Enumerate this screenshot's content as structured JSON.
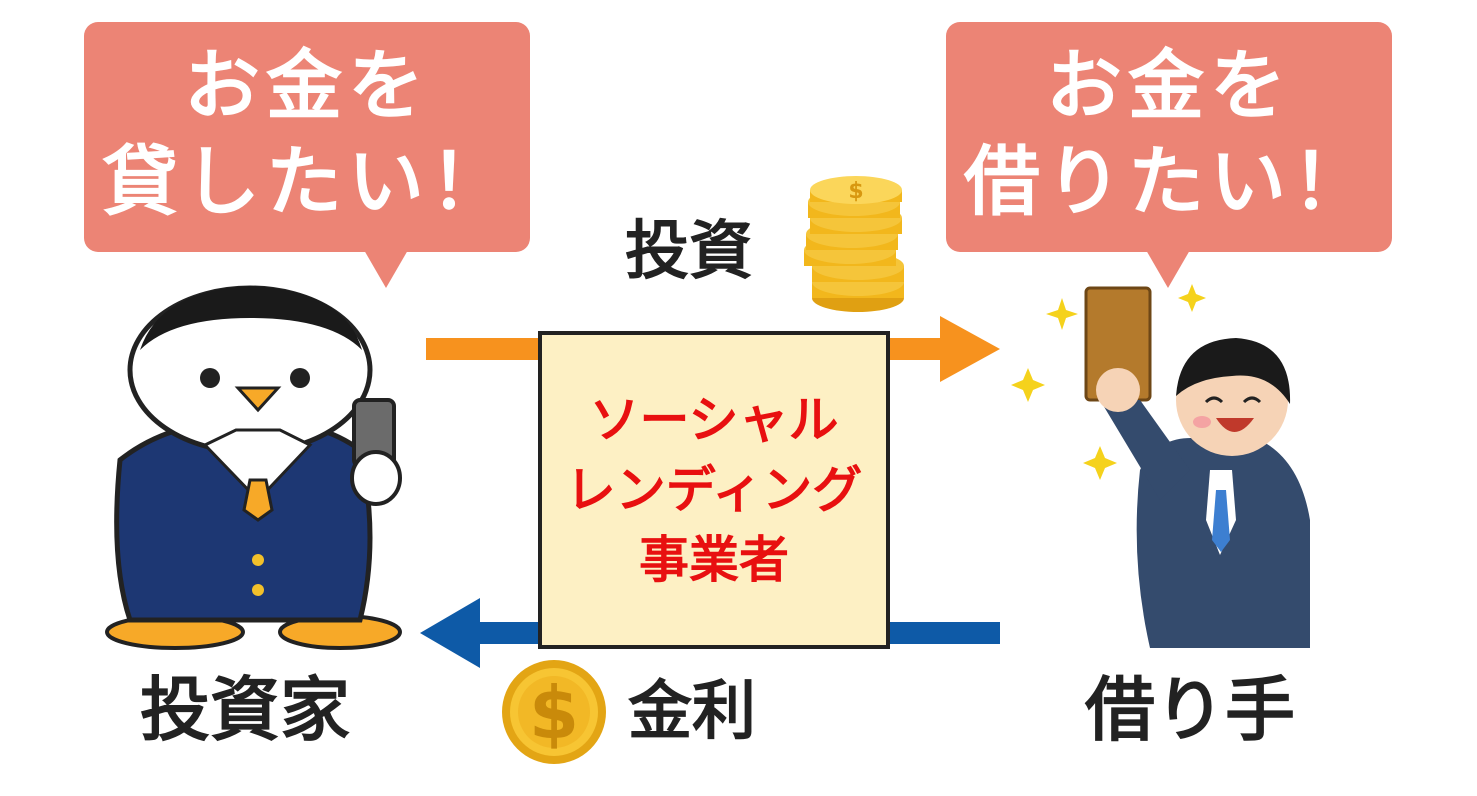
{
  "bubbles": {
    "lender": {
      "line1": "お金を",
      "line2": "貸したい！"
    },
    "borrower": {
      "line1": "お金を",
      "line2": "借りたい！"
    }
  },
  "flow": {
    "invest_label": "投資",
    "interest_label": "金利",
    "invest_color": "#f7921e",
    "interest_color": "#0e5aa7"
  },
  "operator": {
    "line1": "ソーシャル",
    "line2": "レンディング",
    "line3": "事業者"
  },
  "actors": {
    "investor": {
      "label": "投資家",
      "icon": "penguin-businessman-icon"
    },
    "borrower": {
      "label": "借り手",
      "icon": "happy-businessman-with-envelope-icon"
    }
  },
  "icons": {
    "coins": "coin-stack-icon",
    "coin": "dollar-coin-icon"
  }
}
